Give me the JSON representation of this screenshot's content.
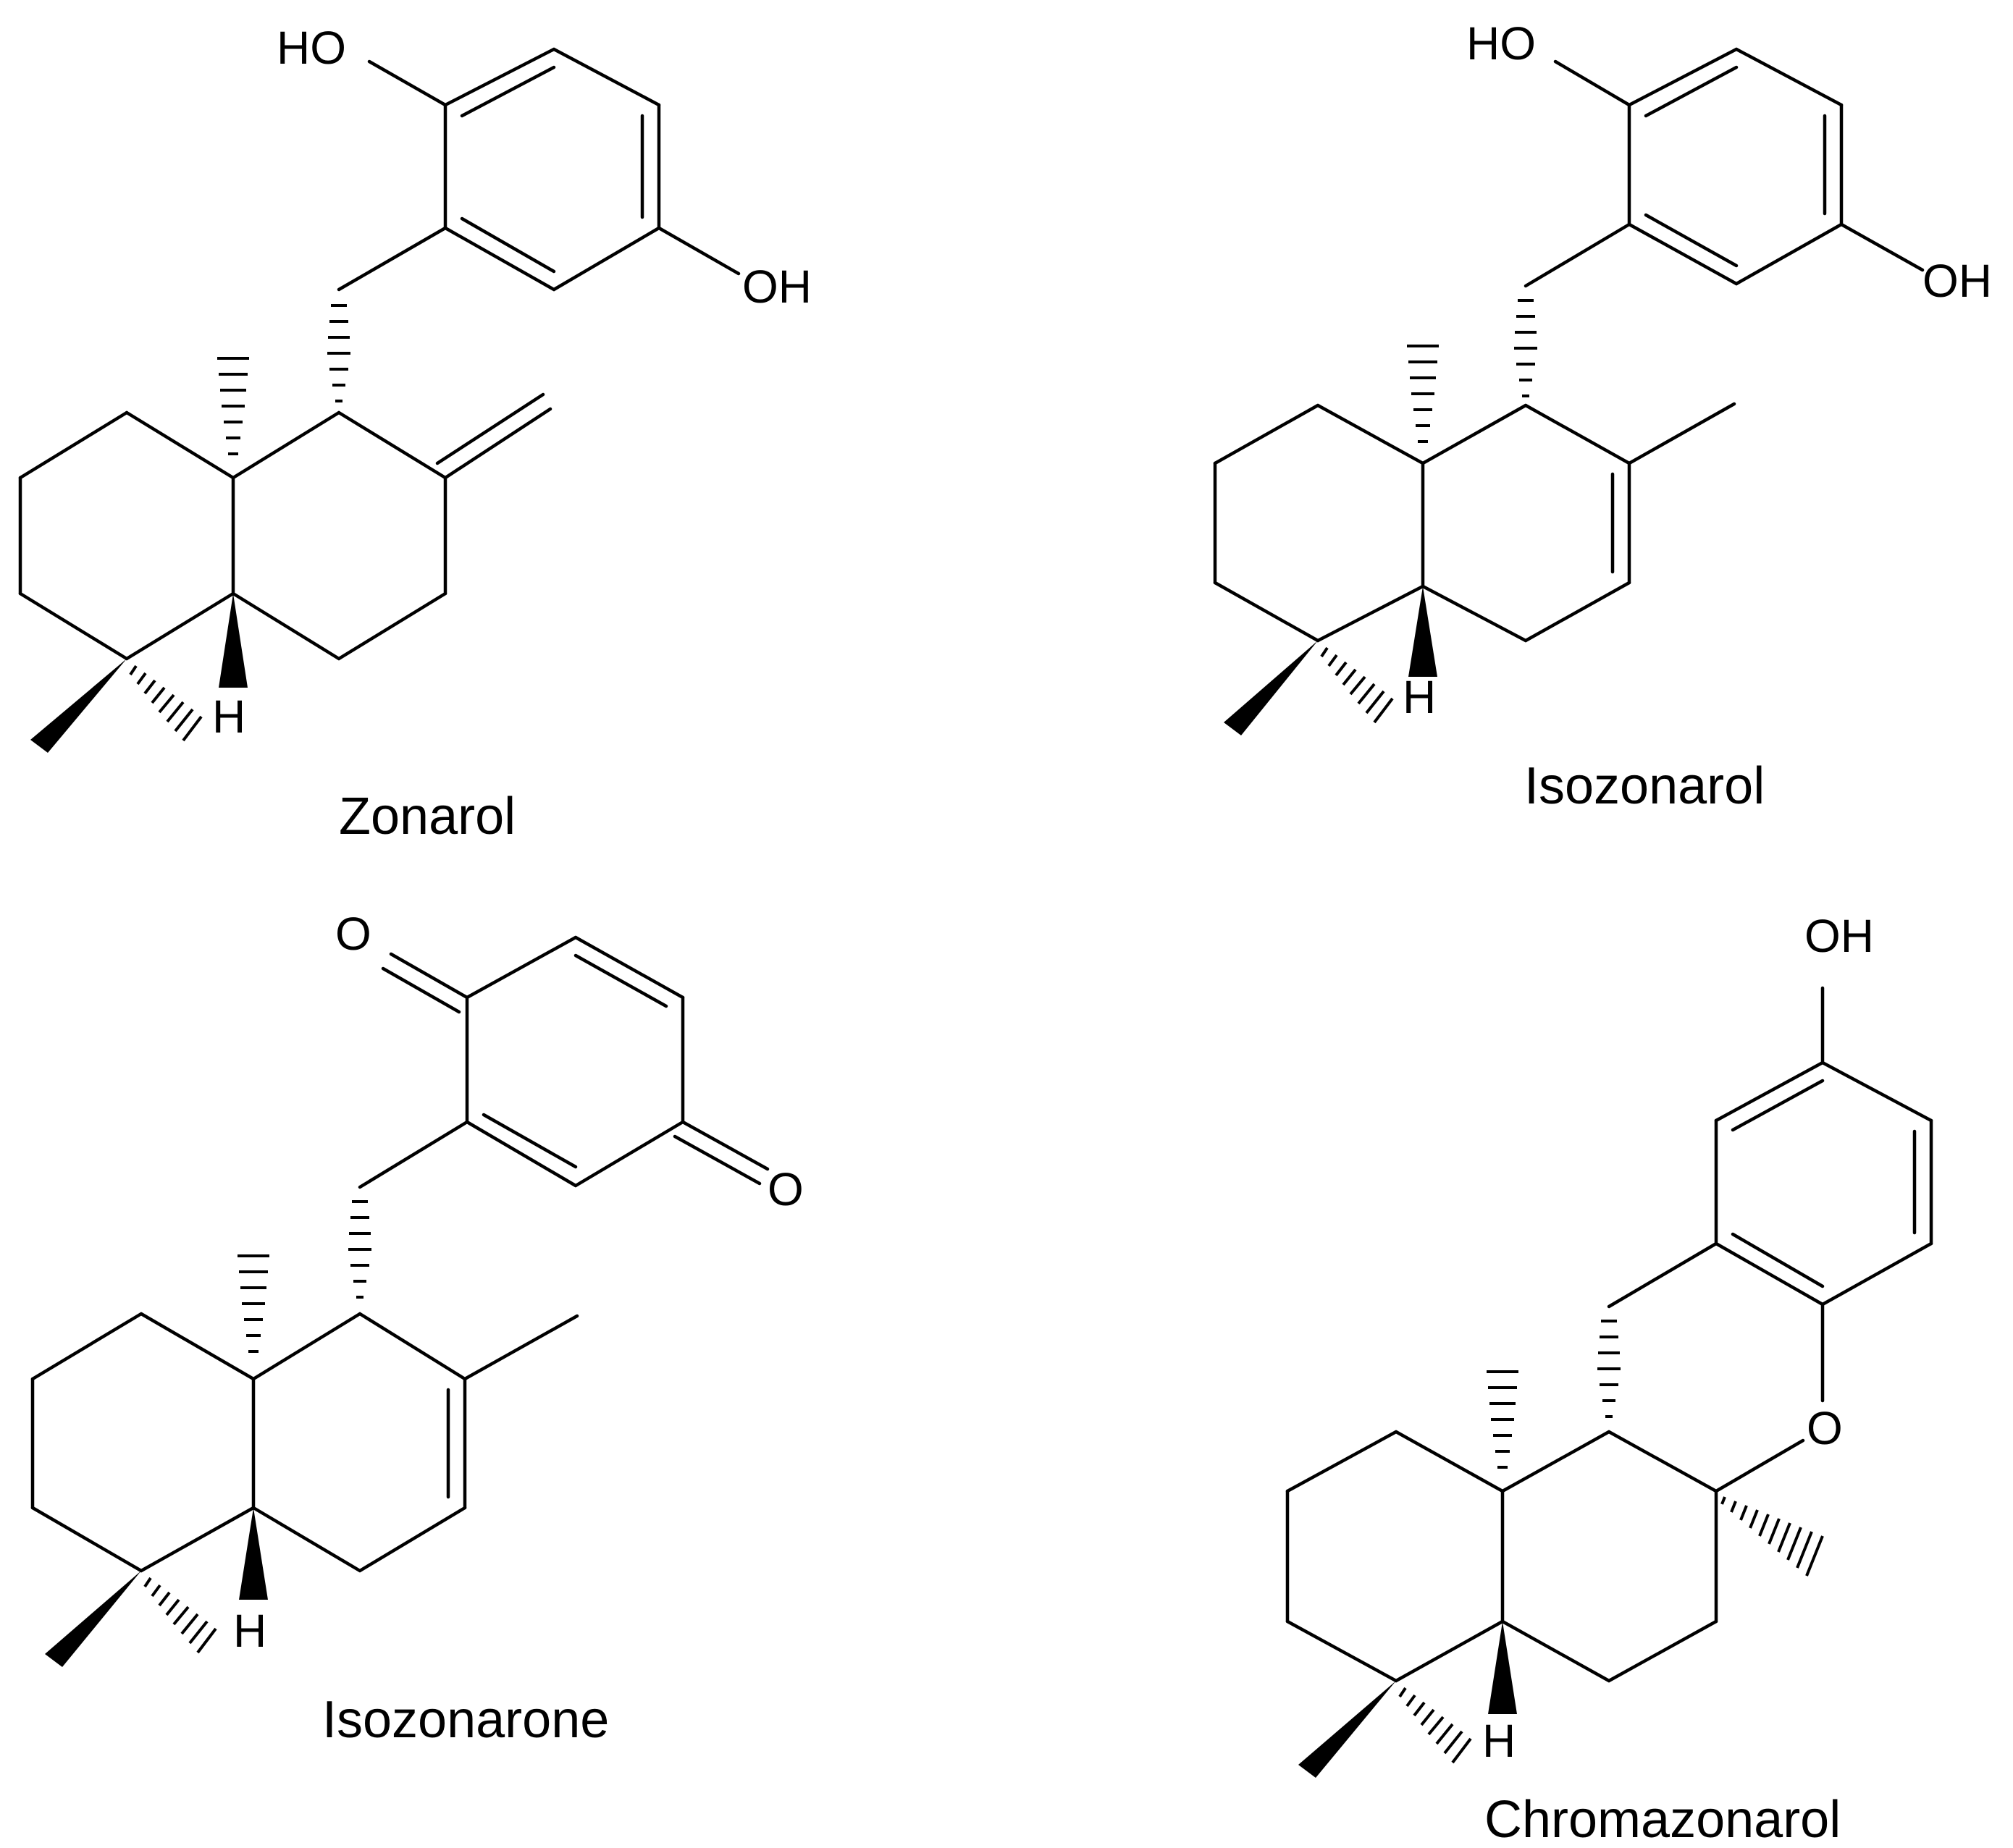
{
  "compounds": [
    {
      "name": "Zonarol",
      "labels": {
        "oh1": "HO",
        "oh2": "OH",
        "h": "H"
      }
    },
    {
      "name": "Isozonarol",
      "labels": {
        "oh1": "HO",
        "oh2": "OH",
        "h": "H"
      }
    },
    {
      "name": "Isozonarone",
      "labels": {
        "o1": "O",
        "o2": "O",
        "h": "H"
      }
    },
    {
      "name": "Chromazonarol",
      "labels": {
        "oh": "OH",
        "o": "O",
        "h": "H"
      }
    }
  ]
}
